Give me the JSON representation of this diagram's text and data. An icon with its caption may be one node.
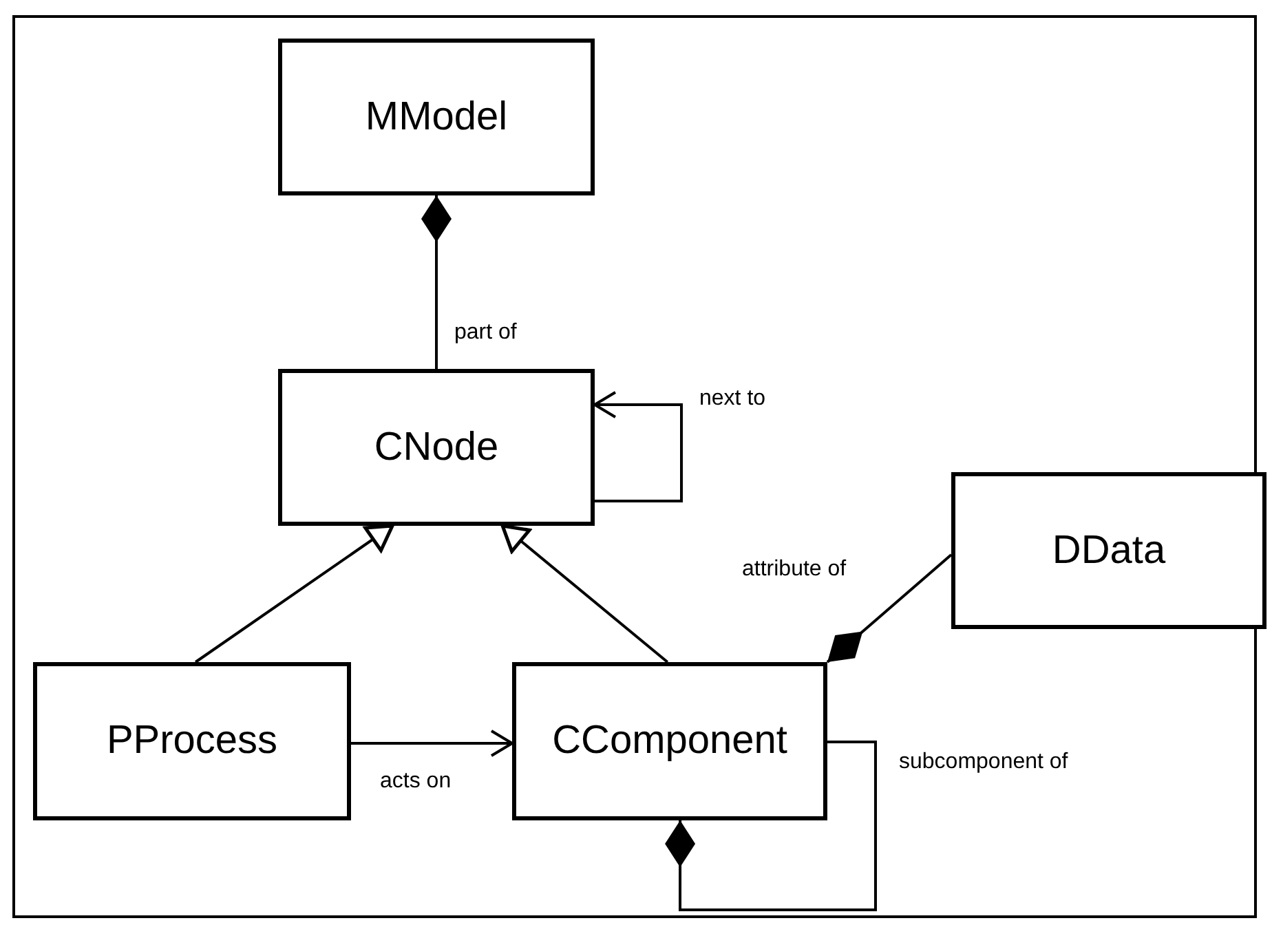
{
  "diagram": {
    "nodes": [
      {
        "text": [
          "MModel"
        ]
      },
      {
        "text": [
          "CNode"
        ]
      },
      {
        "text": [
          "DData"
        ]
      },
      {
        "text": [
          "PProcess"
        ]
      },
      {
        "text": [
          "CComponent"
        ]
      }
    ],
    "edges": [
      {
        "from": 1,
        "to": 0,
        "arrow": "other",
        "label": "part of"
      },
      {
        "from": 1,
        "to": 1,
        "arrow": "to",
        "label": "next to"
      },
      {
        "from": 3,
        "to": 1,
        "arrow": "to"
      },
      {
        "from": 4,
        "to": 1,
        "arrow": "to"
      },
      {
        "from": 3,
        "to": 4,
        "arrow": "to",
        "label": "acts on"
      },
      {
        "from": 2,
        "to": 4,
        "arrow": "other",
        "label": "attribute of"
      },
      {
        "from": 4,
        "to": 4,
        "arrow": "other",
        "label": "subcomponent of"
      }
    ]
  }
}
